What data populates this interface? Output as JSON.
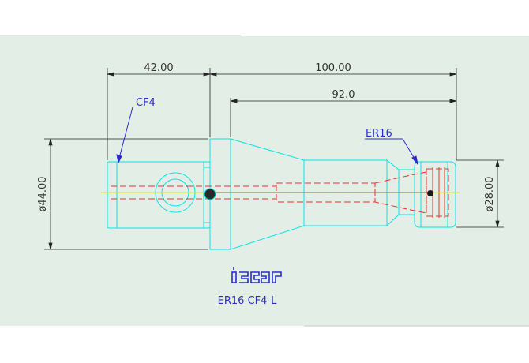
{
  "drawing": {
    "dimensions": {
      "flange_length": "42.00",
      "overall_length": "100.00",
      "body_length": "92.0",
      "shank_diameter": "ø44.00",
      "nose_diameter": "ø28.00"
    },
    "callouts": {
      "shank": "CF4",
      "collet": "ER16"
    },
    "logo_text": "iscar",
    "part_number": "ER16 CF4-L",
    "colors": {
      "background_panel": "#e3efe6",
      "part_outline": "#00e5e5",
      "hidden_lines": "#e83030",
      "dimension_lines": "#222222",
      "callout_text": "#2b2bd0",
      "center_line": "#e6e600"
    }
  }
}
